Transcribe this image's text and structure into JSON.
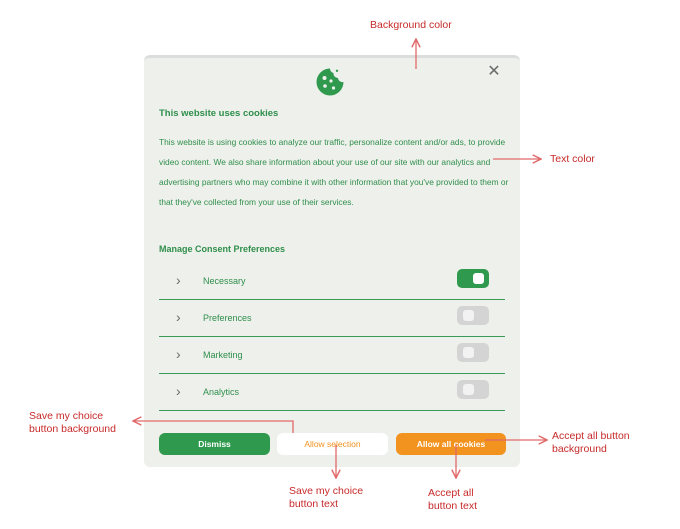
{
  "dialog": {
    "title": "This website uses cookies",
    "body": "This website is using cookies to analyze our traffic, personalize content and/or ads, to provide video content. We also share information about your use of our site with our analytics and advertising partners who may combine it with other information that you've provided to them or that they've collected from your use of their services.",
    "manage_title": "Manage Consent Preferences",
    "close_glyph": "✕",
    "categories": [
      {
        "label": "Necessary",
        "enabled": true
      },
      {
        "label": "Preferences",
        "enabled": false
      },
      {
        "label": "Marketing",
        "enabled": false
      },
      {
        "label": "Analytics",
        "enabled": false
      }
    ],
    "buttons": {
      "dismiss": "Dismiss",
      "save": "Allow selection",
      "accept": "Allow all cookies"
    }
  },
  "annotations": {
    "background_color": "Background color",
    "text_color": "Text color",
    "save_bg_line1": "Save my choice",
    "save_bg_line2": "button background",
    "accept_bg_line1": "Accept all button",
    "accept_bg_line2": "background",
    "save_text_line1": "Save my choice",
    "save_text_line2": "button text",
    "accept_text_line1": "Accept all",
    "accept_text_line2": "button text"
  },
  "colors": {
    "background": "#eef0eb",
    "text": "#2f8f4c",
    "primary": "#2f9a4e",
    "accent": "#f2921f",
    "annotation": "#c72a2a"
  },
  "icons": {
    "close": "close-icon",
    "cookie": "cookie-icon",
    "chevron": "chevron-right-icon"
  }
}
